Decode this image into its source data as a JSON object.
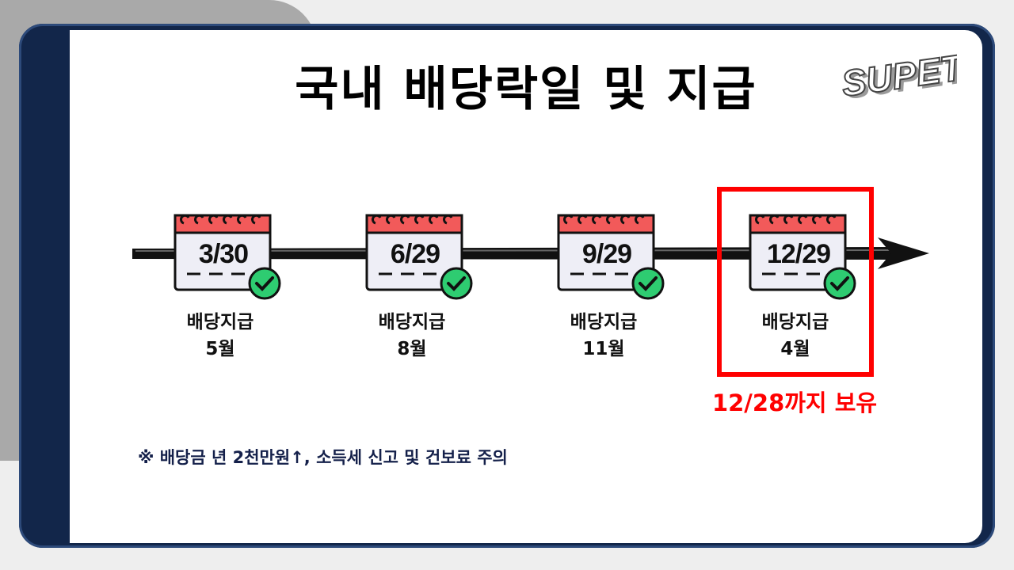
{
  "title": "국내 배당락일 및 지급",
  "logo_text": "SUPETV",
  "events": [
    {
      "date": "3/30",
      "label": "배당지급",
      "month": "5월"
    },
    {
      "date": "6/29",
      "label": "배당지급",
      "month": "8월"
    },
    {
      "date": "9/29",
      "label": "배당지급",
      "month": "11월"
    },
    {
      "date": "12/29",
      "label": "배당지급",
      "month": "4월"
    }
  ],
  "highlight_note": "12/28까지 보유",
  "footnote": "※ 배당금 년 2천만원↑, 소득세 신고 및 건보료 주의",
  "colors": {
    "frame": "#12264a",
    "calendar_header": "#f25a5a",
    "check": "#2ecc71",
    "highlight": "#ff0000",
    "footnote": "#14204a"
  },
  "icons": [
    "calendar-icon",
    "check-circle-icon",
    "arrow-right-icon"
  ]
}
